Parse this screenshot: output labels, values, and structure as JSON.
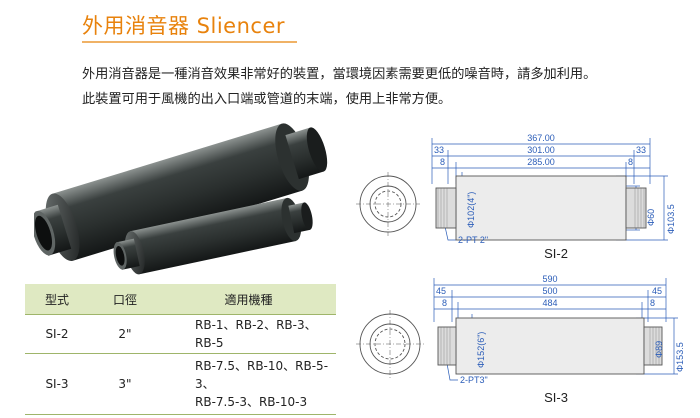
{
  "header": {
    "title": "外用消音器 Sliencer"
  },
  "intro": {
    "line1": "外用消音器是一種消音效果非常好的裝置，當環境因素需要更低的噪音時，請多加利用。",
    "line2": "此裝置可用于風機的出入口端或管道的末端，使用上非常方便。"
  },
  "spec_table": {
    "headers": [
      "型式",
      "口徑",
      "適用機種"
    ],
    "rows": [
      {
        "model": "SI-2",
        "bore": "2\"",
        "apps_line1": "RB-1、RB-2、RB-3、RB-5",
        "apps_line2": ""
      },
      {
        "model": "SI-3",
        "bore": "3\"",
        "apps_line1": "RB-7.5、RB-10、RB-5-3、",
        "apps_line2": "RB-7.5-3、RB-10-3"
      }
    ]
  },
  "drawing_si2": {
    "caption": "SI-2",
    "total_length": "367.00",
    "end_left": "33",
    "end_right": "33",
    "mid_length": "301.00",
    "flange_left": "8",
    "flange_right": "8",
    "body_length": "285.00",
    "body_diameter": "Φ102(4\")",
    "inlet_diameter": "Φ60",
    "outlet_diameter": "Φ103.5",
    "port": "2-PT 2\""
  },
  "drawing_si3": {
    "caption": "SI-3",
    "total_length": "590",
    "end_left": "45",
    "end_right": "45",
    "mid_length": "500",
    "flange_left": "8",
    "flange_right": "8",
    "body_length": "484",
    "body_diameter": "Φ152(6\")",
    "inlet_diameter": "Φ89",
    "outlet_diameter": "Φ153.5",
    "port": "2-PT3\""
  },
  "colors": {
    "title": "#e8820c",
    "dimension": "#2b5db8",
    "table_header": "#dfe9c2",
    "table_rule": "#9fb56a"
  }
}
